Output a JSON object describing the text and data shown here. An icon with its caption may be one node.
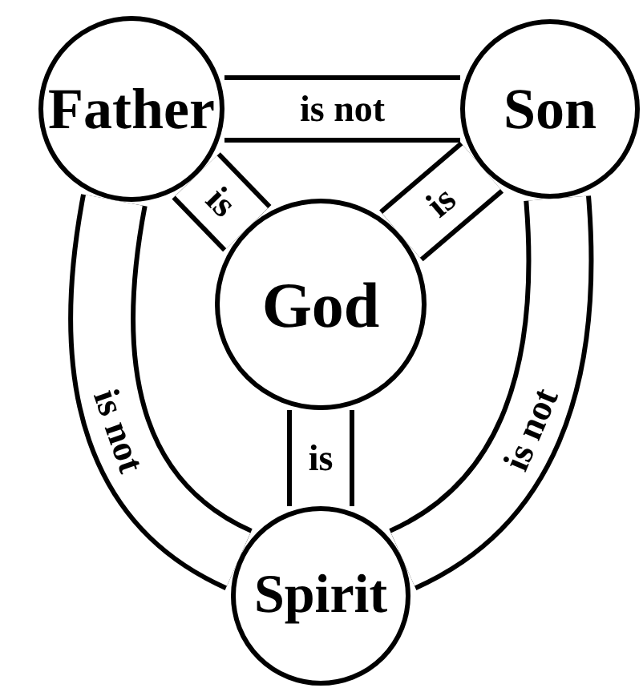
{
  "diagram": {
    "nodes": [
      {
        "text": [
          "Father"
        ]
      },
      {
        "text": [
          "Son"
        ]
      },
      {
        "text": [
          "God"
        ]
      },
      {
        "text": [
          "Spirit"
        ]
      }
    ],
    "edges": [
      {
        "from": 0,
        "to": 1,
        "arrow": "none",
        "label": "is not"
      },
      {
        "from": 0,
        "to": 2,
        "arrow": "none",
        "label": "is"
      },
      {
        "from": 1,
        "to": 2,
        "arrow": "none",
        "label": "is"
      },
      {
        "from": 2,
        "to": 3,
        "arrow": "none",
        "label": "is"
      },
      {
        "from": 0,
        "to": 3,
        "arrow": "none",
        "label": "is not"
      },
      {
        "from": 1,
        "to": 3,
        "arrow": "none",
        "label": "is not"
      }
    ]
  }
}
